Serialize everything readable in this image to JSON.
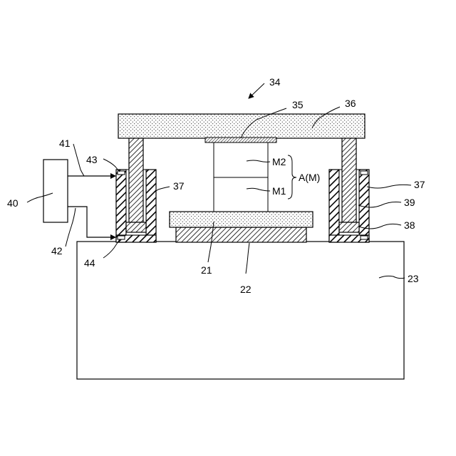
{
  "labels": {
    "l34": "34",
    "l35": "35",
    "l36": "36",
    "l41": "41",
    "l43": "43",
    "l40": "40",
    "l42": "42",
    "l44": "44",
    "l37_left": "37",
    "l37_right": "37",
    "l39": "39",
    "l38": "38",
    "m2": "M2",
    "m1": "M1",
    "am": "A(M)",
    "l21": "21",
    "l22": "22",
    "l23": "23"
  }
}
